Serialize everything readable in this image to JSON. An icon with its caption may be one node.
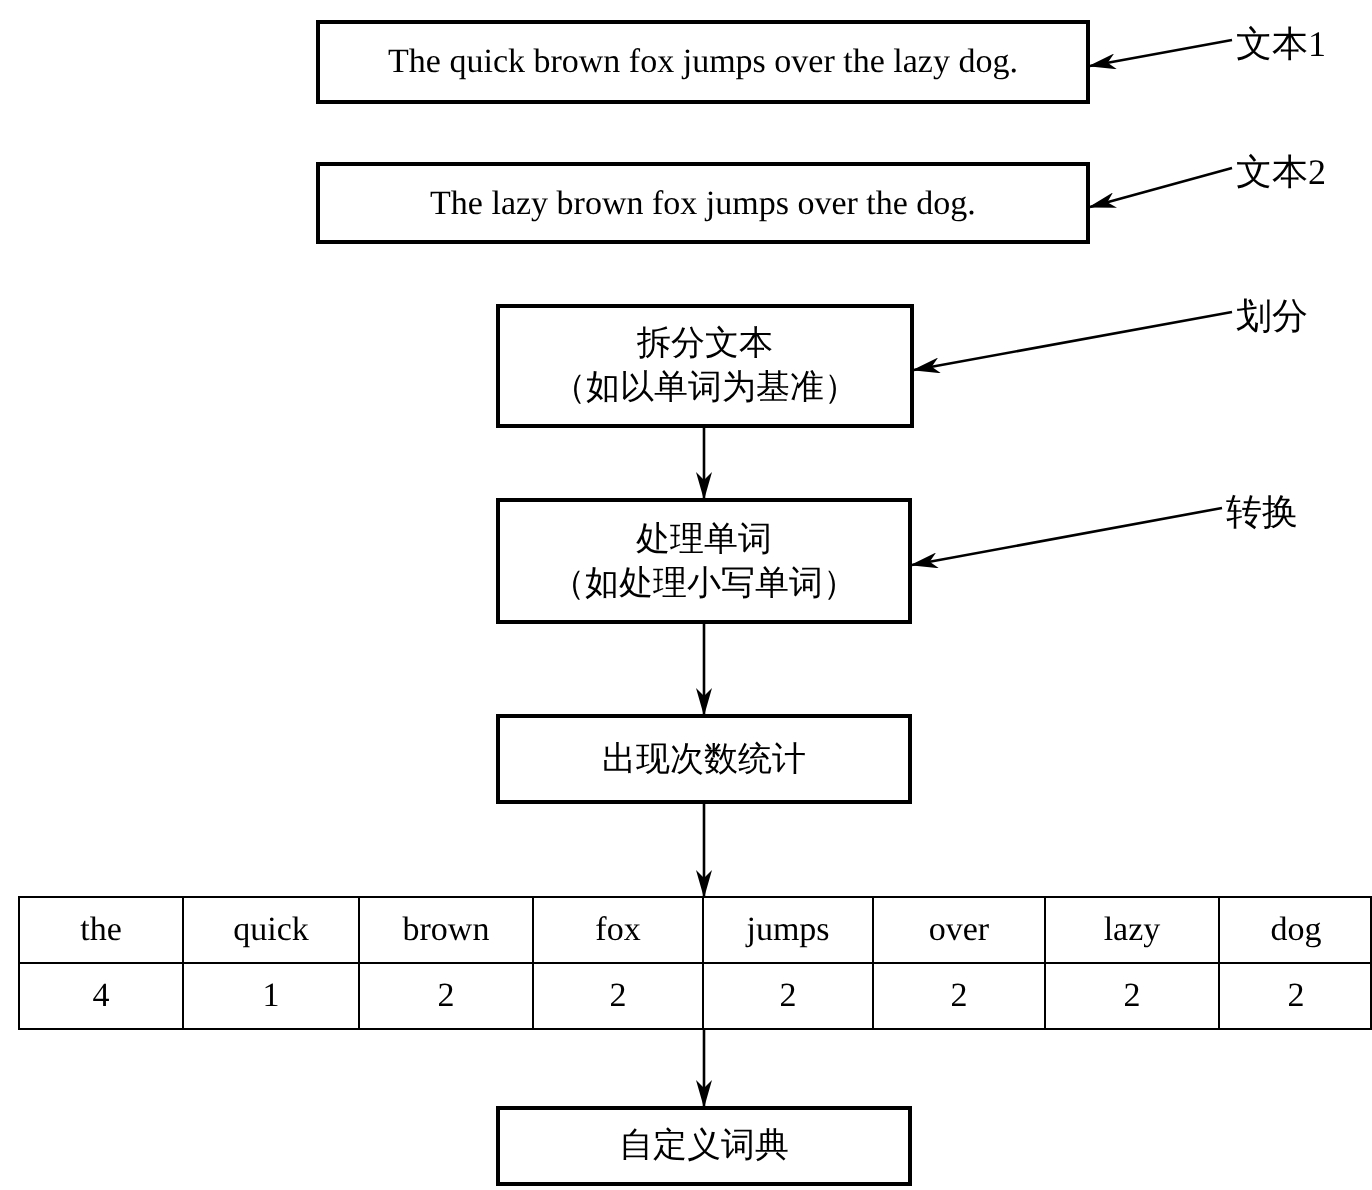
{
  "diagram": {
    "nodes": [
      {
        "text": [
          "The quick brown fox jumps over the lazy dog."
        ]
      },
      {
        "text": [
          "文本1"
        ]
      },
      {
        "text": [
          "The lazy brown fox jumps over the dog."
        ]
      },
      {
        "text": [
          "文本2"
        ]
      },
      {
        "text": [
          "拆分文本",
          "（如以单词为基准）"
        ]
      },
      {
        "text": [
          "划分"
        ]
      },
      {
        "text": [
          "处理单词",
          "（如处理小写单词）"
        ]
      },
      {
        "text": [
          "转换"
        ]
      },
      {
        "text": [
          "出现次数统计"
        ]
      },
      {
        "text": [
          "the",
          "quick",
          "brown",
          "fox",
          "jumps",
          "over",
          "lazy",
          "dog",
          "4",
          "1",
          "2",
          "2",
          "2",
          "2",
          "2",
          "2"
        ]
      },
      {
        "text": [
          "自定义词典"
        ]
      }
    ],
    "edges": [
      {
        "from": 1,
        "to": 0,
        "arrow": "to"
      },
      {
        "from": 3,
        "to": 2,
        "arrow": "to"
      },
      {
        "from": 5,
        "to": 4,
        "arrow": "to"
      },
      {
        "from": 4,
        "to": 6,
        "arrow": "to"
      },
      {
        "from": 7,
        "to": 6,
        "arrow": "to"
      },
      {
        "from": 6,
        "to": 8,
        "arrow": "to"
      },
      {
        "from": 8,
        "to": 9,
        "arrow": "to"
      },
      {
        "from": 9,
        "to": 10,
        "arrow": "to"
      }
    ]
  }
}
